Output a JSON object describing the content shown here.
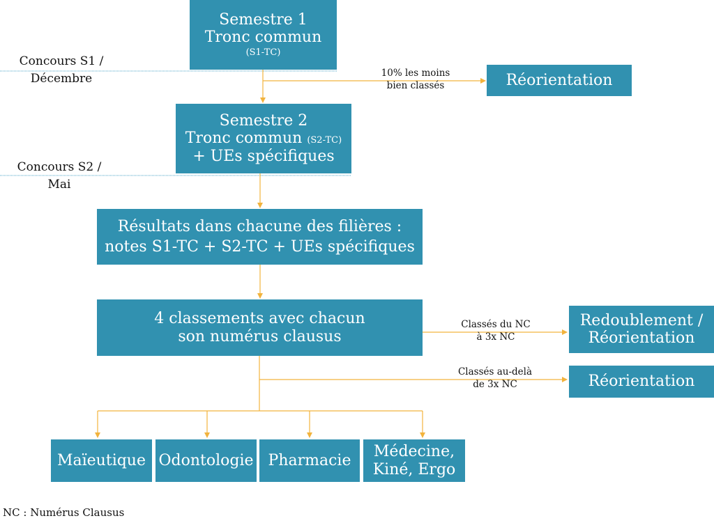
{
  "nodes": {
    "s1": {
      "line1": "Semestre 1",
      "line2": "Tronc commun",
      "line3": "(S1-TC)"
    },
    "s2": {
      "line1": "Semestre 2",
      "line2a": "Tronc commun ",
      "line2b": "(S2-TC)",
      "line3": "+ UEs spécifiques"
    },
    "resultats": {
      "line1": "Résultats dans chacune des filières :",
      "line2": "notes S1-TC + S2-TC + UEs spécifiques"
    },
    "classements": {
      "line1": "4 classements avec chacun",
      "line2": "son numérus clausus"
    },
    "reorientation1": {
      "label": "Réorientation"
    },
    "redoublement": {
      "line1": "Redoublement /",
      "line2": "Réorientation"
    },
    "reorientation2": {
      "label": "Réorientation"
    },
    "maieutique": {
      "label": "Maïeutique"
    },
    "odontologie": {
      "label": "Odontologie"
    },
    "pharmacie": {
      "label": "Pharmacie"
    },
    "medecine": {
      "line1": "Médecine,",
      "line2": "Kiné, Ergo"
    }
  },
  "side_labels": {
    "concours_s1": {
      "line1": "Concours S1 /",
      "line2": "Décembre"
    },
    "concours_s2": {
      "line1": "Concours S2 /",
      "line2": "Mai"
    }
  },
  "edge_labels": {
    "moins_bien": {
      "line1": "10% les moins",
      "line2": "bien classés"
    },
    "classes_nc": {
      "line1": "Classés du NC",
      "line2": "à 3x NC"
    },
    "classes_audela": {
      "line1": "Classés au-delà",
      "line2": "de 3x NC"
    }
  },
  "footnote": "NC : Numérus Clausus",
  "colors": {
    "box": "#3191b0",
    "arrow": "#f2b33d",
    "divider": "#4aa3c7"
  }
}
